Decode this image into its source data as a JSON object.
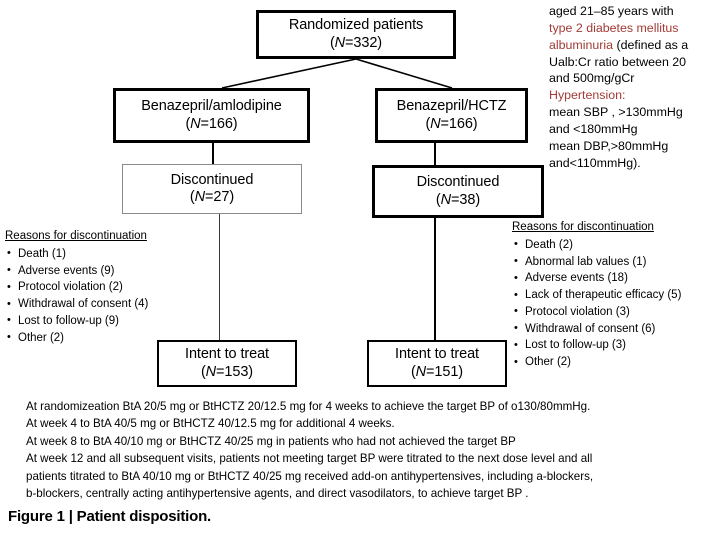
{
  "figure": {
    "caption": "Figure 1 | Patient disposition."
  },
  "flowchart": {
    "nodes": {
      "randomized": {
        "label": "Randomized patients",
        "n_text": "(N=332)",
        "n": 332
      },
      "arm_left": {
        "label": "Benazepril/amlodipine",
        "n_text": "(N=166)",
        "n": 166
      },
      "arm_right": {
        "label": "Benazepril/HCTZ",
        "n_text": "(N=166)",
        "n": 166
      },
      "disc_left": {
        "label": "Discontinued",
        "n_text": "(N=27)",
        "n": 27
      },
      "disc_right": {
        "label": "Discontinued",
        "n_text": "(N=38)",
        "n": 38
      },
      "itt_left": {
        "label": "Intent to treat",
        "n_text": "(N=153)",
        "n": 153
      },
      "itt_right": {
        "label": "Intent to treat",
        "n_text": "(N=151)",
        "n": 151
      }
    }
  },
  "reasons_left": {
    "title": "Reasons for discontinuation",
    "items": [
      "Death (1)",
      "Adverse events (9)",
      "Protocol violation (2)",
      "Withdrawal of consent (4)",
      "Lost to follow-up (9)",
      "Other (2)"
    ]
  },
  "reasons_right": {
    "title": "Reasons for discontinuation",
    "items": [
      "Death (2)",
      "Abnormal lab values (1)",
      "Adverse events (18)",
      "Lack of therapeutic efficacy (5)",
      "Protocol violation (3)",
      "Withdrawal of consent (6)",
      "Lost to follow-up (3)",
      "Other (2)"
    ]
  },
  "criteria": {
    "lines": [
      {
        "text": "aged 21–85 years with",
        "highlight": false
      },
      {
        "text": "type 2 diabetes mellitus",
        "highlight": true
      },
      {
        "text": "albuminuria",
        "highlight": true,
        "suffix": " (defined as a"
      },
      {
        "text": "Ualb:Cr ratio between 20",
        "highlight": false
      },
      {
        "text": "and 500mg/gCr",
        "highlight": false
      },
      {
        "text": "Hypertension:",
        "highlight": true
      },
      {
        "text": "mean SBP , >130mmHg",
        "highlight": false
      },
      {
        "text": "and <180mmHg",
        "highlight": false
      },
      {
        "text": "mean DBP,>80mmHg",
        "highlight": false
      },
      {
        "text": "and<110mmHg).",
        "highlight": false
      }
    ]
  },
  "protocol": {
    "lines": [
      "At randomizeation BtA 20/5 mg or BtHCTZ 20/12.5 mg for 4 weeks to achieve the target BP  of o130/80mmHg.",
      "At week 4 to BtA 40/5 mg or BtHCTZ 40/12.5 mg for additional 4 weeks.",
      "At week 8 to BtA 40/10 mg or BtHCTZ 40/25 mg in patients who had not achieved the target BP",
      "At week 12 and all subsequent visits, patients not meeting target BP were titrated to the next dose level and all",
      "patients titrated to BtA 40/10 mg or BtHCTZ 40/25 mg received add-on antihypertensives, including a-blockers,",
      "b-blockers, centrally acting antihypertensive agents, and direct vasodilators, to achieve target BP ."
    ]
  },
  "colors": {
    "text": "#000000",
    "highlight": "#a33b36",
    "box_border": "#000000",
    "gray_border": "#8b8b8b"
  }
}
